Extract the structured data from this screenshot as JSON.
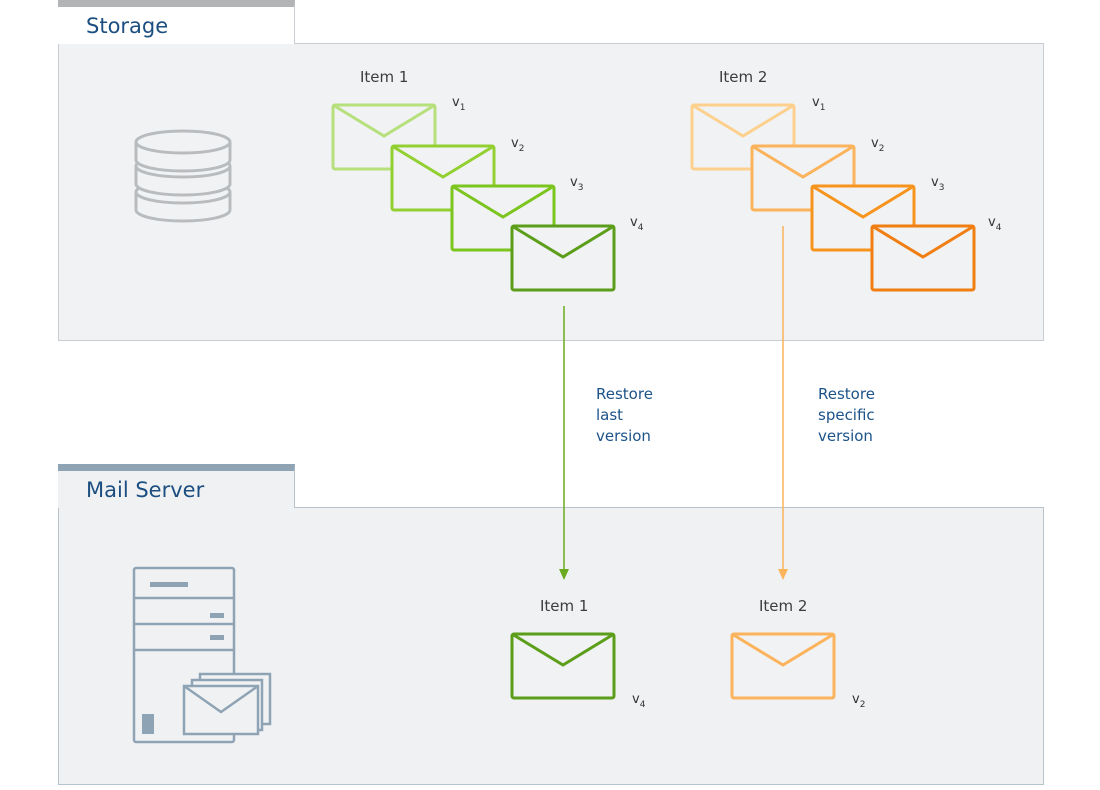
{
  "storage": {
    "title": "Storage",
    "items": [
      {
        "label": "Item 1",
        "versions": [
          "v",
          "v",
          "v",
          "v"
        ],
        "subs": [
          "1",
          "2",
          "3",
          "4"
        ],
        "colors": [
          "#b6e07b",
          "#92d032",
          "#7cc41e",
          "#5c9e1a"
        ]
      },
      {
        "label": "Item 2",
        "versions": [
          "v",
          "v",
          "v",
          "v"
        ],
        "subs": [
          "1",
          "2",
          "3",
          "4"
        ],
        "colors": [
          "#fdd08e",
          "#fbb35c",
          "#f7941e",
          "#f07e12"
        ]
      }
    ]
  },
  "mail_server": {
    "title": "Mail Server",
    "items": [
      {
        "label": "Item 1",
        "version": "v",
        "sub": "4",
        "color": "#5c9e1a"
      },
      {
        "label": "Item 2",
        "version": "v",
        "sub": "2",
        "color": "#fbb35c"
      }
    ]
  },
  "arrows": {
    "restore_last": [
      "Restore",
      "last",
      "version"
    ],
    "restore_specific": [
      "Restore",
      "specific",
      "version"
    ],
    "green": "#6aaa1e",
    "orange": "#fbb35c"
  },
  "colors": {
    "title": "#1c4f80",
    "panel_bg": "#f1f2f3",
    "icon_gray": "#b9bcbf",
    "server_stroke": "#8ea3b4"
  }
}
